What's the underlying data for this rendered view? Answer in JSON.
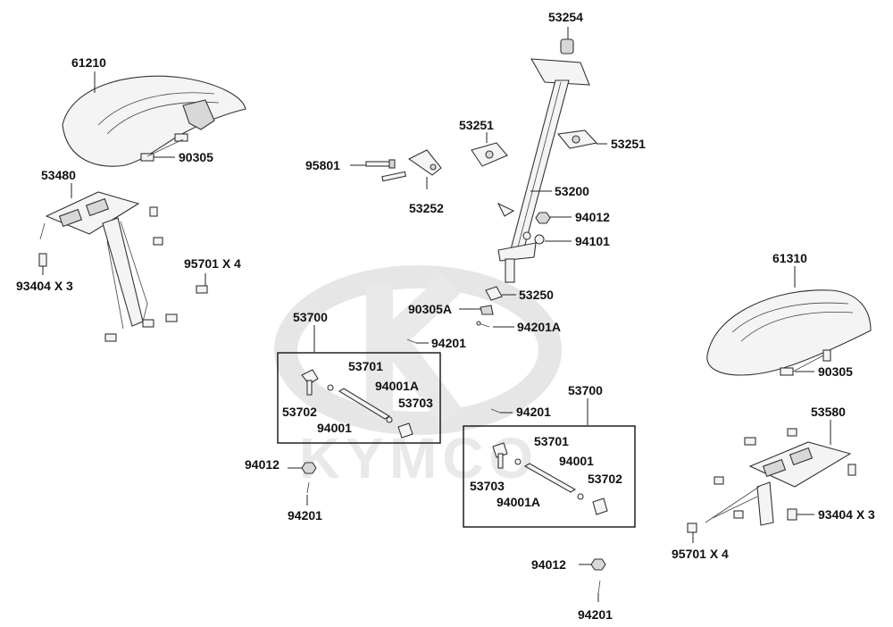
{
  "watermark": {
    "text": "KYMCO"
  },
  "labels": {
    "l61210": "61210",
    "l90305_a": "90305",
    "l53480": "53480",
    "l93404_a": "93404 X 3",
    "l95701_a": "95701 X 4",
    "l53254": "53254",
    "l53251_a": "53251",
    "l53251_b": "53251",
    "l95801": "95801",
    "l53252": "53252",
    "l53200": "53200",
    "l94012_a": "94012",
    "l94101": "94101",
    "l53250": "53250",
    "l90305A": "90305A",
    "l94201A": "94201A",
    "l53700_a": "53700",
    "l94201_a": "94201",
    "l53701_a": "53701",
    "l94001A_a": "94001A",
    "l53702_a": "53702",
    "l53703_a": "53703",
    "l94001_a": "94001",
    "l94012_b": "94012",
    "l94201_b": "94201",
    "l53700_b": "53700",
    "l94201_c": "94201",
    "l53701_b": "53701",
    "l94001_b": "94001",
    "l53703_b": "53703",
    "l53702_b": "53702",
    "l94001A_b": "94001A",
    "l94012_c": "94012",
    "l94201_d": "94201",
    "l61310": "61310",
    "l90305_b": "90305",
    "l53580": "53580",
    "l93404_b": "93404 X 3",
    "l95701_b": "95701 X 4"
  }
}
